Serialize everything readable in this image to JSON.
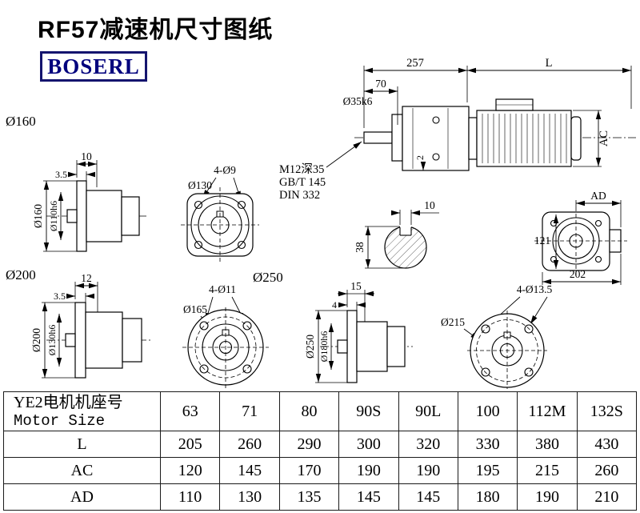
{
  "page": {
    "title": "RF57减速机尺寸图纸",
    "logo_text": "BOSERL"
  },
  "main_view": {
    "dim_257": "257",
    "dim_L": "L",
    "dim_70": "70",
    "shaft_dia": "Ø35k6",
    "dim_AC": "AC",
    "dim_2": "2",
    "note_tap": "M12深35",
    "note_gb": "GB/T 145",
    "note_din": "DIN 332"
  },
  "flange160_view": {
    "section_label": "Ø160",
    "dim_10": "10",
    "dim_3_5": "3.5",
    "dim_d160": "Ø160",
    "dim_d110": "Ø110h6"
  },
  "flange130_view": {
    "dim_d130": "Ø130",
    "holes": "4-Ø9"
  },
  "shaft_section": {
    "dim_10": "10",
    "dim_38": "38"
  },
  "motor_rear_view": {
    "dim_AD": "AD",
    "dim_121": "121",
    "dim_202": "202"
  },
  "flange200_view": {
    "section_label": "Ø200",
    "dim_12": "12",
    "dim_3_5": "3.5",
    "dim_d200": "Ø200",
    "dim_d130": "Ø130h6"
  },
  "flange165_view": {
    "section_label": "Ø250",
    "dim_d165": "Ø165",
    "holes": "4-Ø11"
  },
  "flange250_view": {
    "dim_15": "15",
    "dim_4": "4",
    "dim_d250": "Ø250",
    "dim_d180": "Ø180h6"
  },
  "flange215_view": {
    "dim_d215": "Ø215",
    "holes": "4-Ø13.5"
  },
  "table": {
    "header_cn": "YE2电机机座号",
    "header_en": "Motor Size",
    "motor_sizes": [
      "63",
      "71",
      "80",
      "90S",
      "90L",
      "100",
      "112M",
      "132S"
    ],
    "rows": [
      {
        "label": "L",
        "values": [
          "205",
          "260",
          "290",
          "300",
          "320",
          "330",
          "380",
          "430"
        ]
      },
      {
        "label": "AC",
        "values": [
          "120",
          "145",
          "170",
          "190",
          "190",
          "195",
          "215",
          "260"
        ]
      },
      {
        "label": "AD",
        "values": [
          "110",
          "130",
          "135",
          "145",
          "145",
          "180",
          "190",
          "210"
        ]
      }
    ]
  }
}
